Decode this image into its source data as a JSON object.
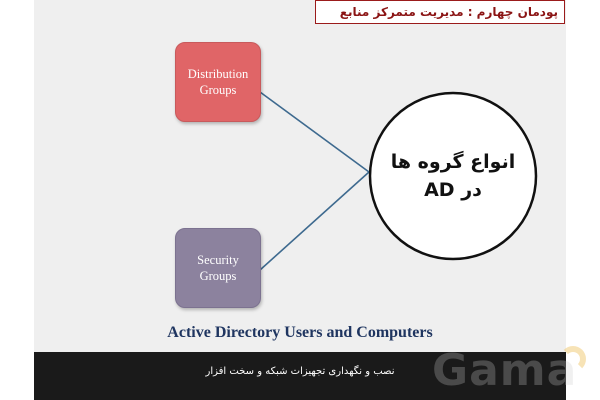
{
  "header": {
    "title": "پودمان چهارم : مدیریت متمرکز منابع"
  },
  "diagram": {
    "nodes": [
      {
        "id": "distribution",
        "label_line1": "Distribution",
        "label_line2": "Groups",
        "color": "#e06567"
      },
      {
        "id": "security",
        "label_line1": "Security",
        "label_line2": "Groups",
        "color": "#8c829e"
      }
    ],
    "center": {
      "line1": "انواع گروه ها",
      "line2": "در AD"
    },
    "edge_color": "#3e6a8f"
  },
  "caption": "Active Directory Users and Computers",
  "footer": {
    "text": "نصب و نگهداری تجهیزات شبکه و سخت افزار"
  },
  "logo": {
    "text": "Gama"
  }
}
